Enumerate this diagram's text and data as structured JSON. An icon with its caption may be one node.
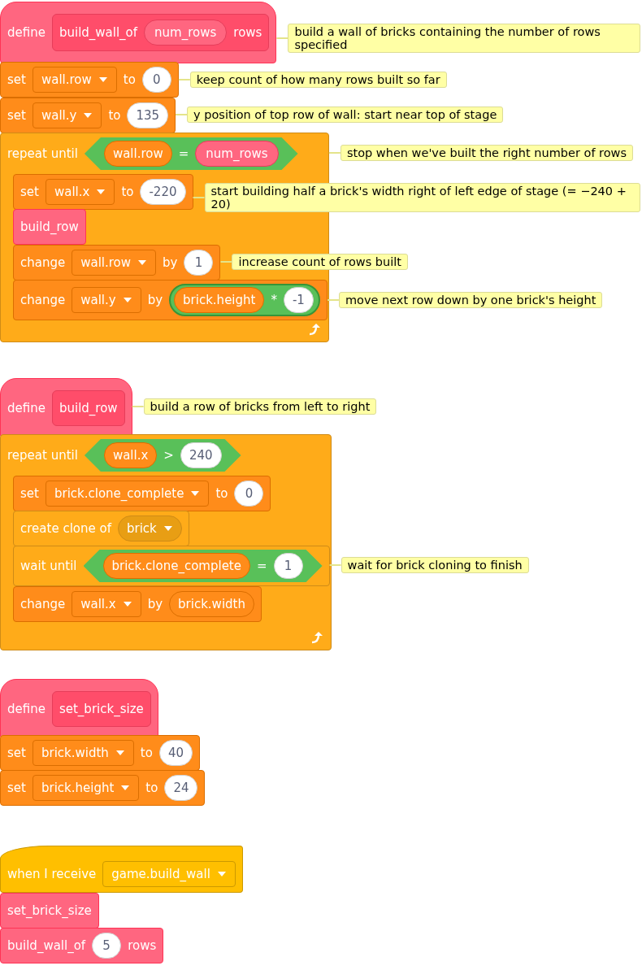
{
  "diagram": {
    "nodes": [
      {
        "text": [
          "define"
        ]
      },
      {
        "text": [
          "build_wall_of",
          "rows"
        ],
        "in": 0
      },
      {
        "text": [
          "num_rows"
        ],
        "in": 1
      },
      {
        "text": [
          "build a wall of bricks containing the number of rows specified"
        ]
      },
      {
        "text": [
          "set",
          "to"
        ]
      },
      {
        "text": [
          "wall.row"
        ],
        "in": 4
      },
      {
        "text": [
          "0"
        ],
        "in": 4
      },
      {
        "text": [
          "keep count of how many rows built so far"
        ]
      },
      {
        "text": [
          "set",
          "to"
        ]
      },
      {
        "text": [
          "wall.y"
        ],
        "in": 8
      },
      {
        "text": [
          "135"
        ],
        "in": 8
      },
      {
        "text": [
          "y position of top row of wall: start near top of stage"
        ]
      },
      {
        "text": [
          "repeat until"
        ]
      },
      {
        "text": [
          "="
        ],
        "in": 12
      },
      {
        "text": [
          "wall.row"
        ],
        "in": 13
      },
      {
        "text": [
          "num_rows"
        ],
        "in": 13
      },
      {
        "text": [
          "stop when we've built the right number of rows"
        ]
      },
      {
        "text": [
          "set",
          "to"
        ],
        "in": 12
      },
      {
        "text": [
          "wall.x"
        ],
        "in": 17
      },
      {
        "text": [
          "-220"
        ],
        "in": 17
      },
      {
        "text": [
          "start building half a brick's width right of left edge of stage (= −240 + 20)"
        ]
      },
      {
        "text": [
          "build_row"
        ],
        "in": 12
      },
      {
        "text": [
          "change",
          "by"
        ],
        "in": 12
      },
      {
        "text": [
          "wall.row"
        ],
        "in": 22
      },
      {
        "text": [
          "1"
        ],
        "in": 22
      },
      {
        "text": [
          "increase count of rows built"
        ]
      },
      {
        "text": [
          "change",
          "by"
        ],
        "in": 12
      },
      {
        "text": [
          "wall.y"
        ],
        "in": 26
      },
      {
        "text": [
          "*"
        ],
        "in": 26
      },
      {
        "text": [
          "brick.height"
        ],
        "in": 28
      },
      {
        "text": [
          "-1"
        ],
        "in": 28
      },
      {
        "text": [
          "move next row down by one brick's height"
        ]
      },
      {
        "text": [
          "define"
        ]
      },
      {
        "text": [
          "build_row"
        ],
        "in": 32
      },
      {
        "text": [
          "build a row of bricks from left to right"
        ]
      },
      {
        "text": [
          "repeat until"
        ]
      },
      {
        "text": [
          ">"
        ],
        "in": 35
      },
      {
        "text": [
          "wall.x"
        ],
        "in": 36
      },
      {
        "text": [
          "240"
        ],
        "in": 36
      },
      {
        "text": [
          "set",
          "to"
        ],
        "in": 35
      },
      {
        "text": [
          "brick.clone_complete"
        ],
        "in": 39
      },
      {
        "text": [
          "0"
        ],
        "in": 39
      },
      {
        "text": [
          "create clone of"
        ],
        "in": 35
      },
      {
        "text": [
          "brick"
        ],
        "in": 42
      },
      {
        "text": [
          "wait until"
        ],
        "in": 35
      },
      {
        "text": [
          "="
        ],
        "in": 44
      },
      {
        "text": [
          "brick.clone_complete"
        ],
        "in": 45
      },
      {
        "text": [
          "1"
        ],
        "in": 45
      },
      {
        "text": [
          "wait for brick cloning to finish"
        ]
      },
      {
        "text": [
          "change",
          "by"
        ],
        "in": 35
      },
      {
        "text": [
          "wall.x"
        ],
        "in": 49
      },
      {
        "text": [
          "brick.width"
        ],
        "in": 49
      },
      {
        "text": [
          "define"
        ]
      },
      {
        "text": [
          "set_brick_size"
        ],
        "in": 52
      },
      {
        "text": [
          "set",
          "to"
        ]
      },
      {
        "text": [
          "brick.width"
        ],
        "in": 54
      },
      {
        "text": [
          "40"
        ],
        "in": 54
      },
      {
        "text": [
          "set",
          "to"
        ]
      },
      {
        "text": [
          "brick.height"
        ],
        "in": 57
      },
      {
        "text": [
          "24"
        ],
        "in": 57
      },
      {
        "text": [
          "when I receive"
        ]
      },
      {
        "text": [
          "game.build_wall"
        ],
        "in": 60
      },
      {
        "text": [
          "set_brick_size"
        ]
      },
      {
        "text": [
          "build_wall_of",
          "rows"
        ]
      },
      {
        "text": [
          "5"
        ],
        "in": 63
      }
    ],
    "edges": [
      {
        "from": 0,
        "to": 3,
        "arrow": "none"
      },
      {
        "from": 4,
        "to": 7,
        "arrow": "none"
      },
      {
        "from": 8,
        "to": 11,
        "arrow": "none"
      },
      {
        "from": 12,
        "to": 16,
        "arrow": "none"
      },
      {
        "from": 17,
        "to": 20,
        "arrow": "none"
      },
      {
        "from": 22,
        "to": 25,
        "arrow": "none"
      },
      {
        "from": 26,
        "to": 31,
        "arrow": "none"
      },
      {
        "from": 32,
        "to": 34,
        "arrow": "none"
      },
      {
        "from": 44,
        "to": 48,
        "arrow": "none"
      }
    ]
  }
}
